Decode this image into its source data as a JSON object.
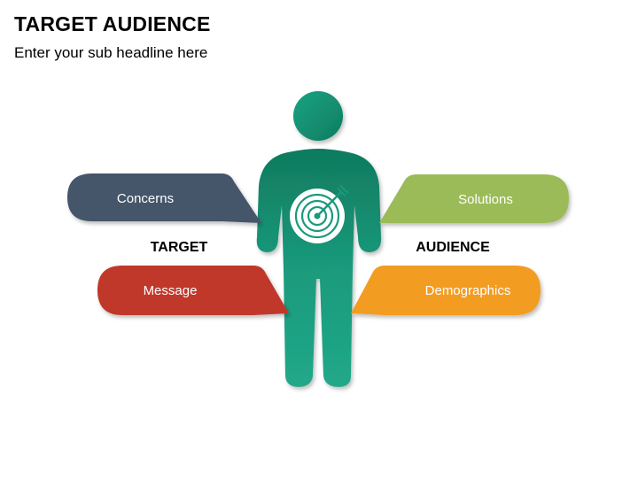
{
  "header": {
    "title": "TARGET AUDIENCE",
    "subtitle": "Enter your sub headline here"
  },
  "labels": {
    "left": "TARGET",
    "right": "AUDIENCE"
  },
  "bubbles": {
    "concerns": {
      "label": "Concerns",
      "color": "#44546a"
    },
    "solutions": {
      "label": "Solutions",
      "color": "#9bbb59"
    },
    "message": {
      "label": "Message",
      "color": "#c0392b"
    },
    "demographics": {
      "label": "Demographics",
      "color": "#f39c22"
    }
  },
  "colors": {
    "figure": "#1a9a7c",
    "target": "#ffffff"
  },
  "icons": {
    "center": "target-arrow-icon"
  }
}
